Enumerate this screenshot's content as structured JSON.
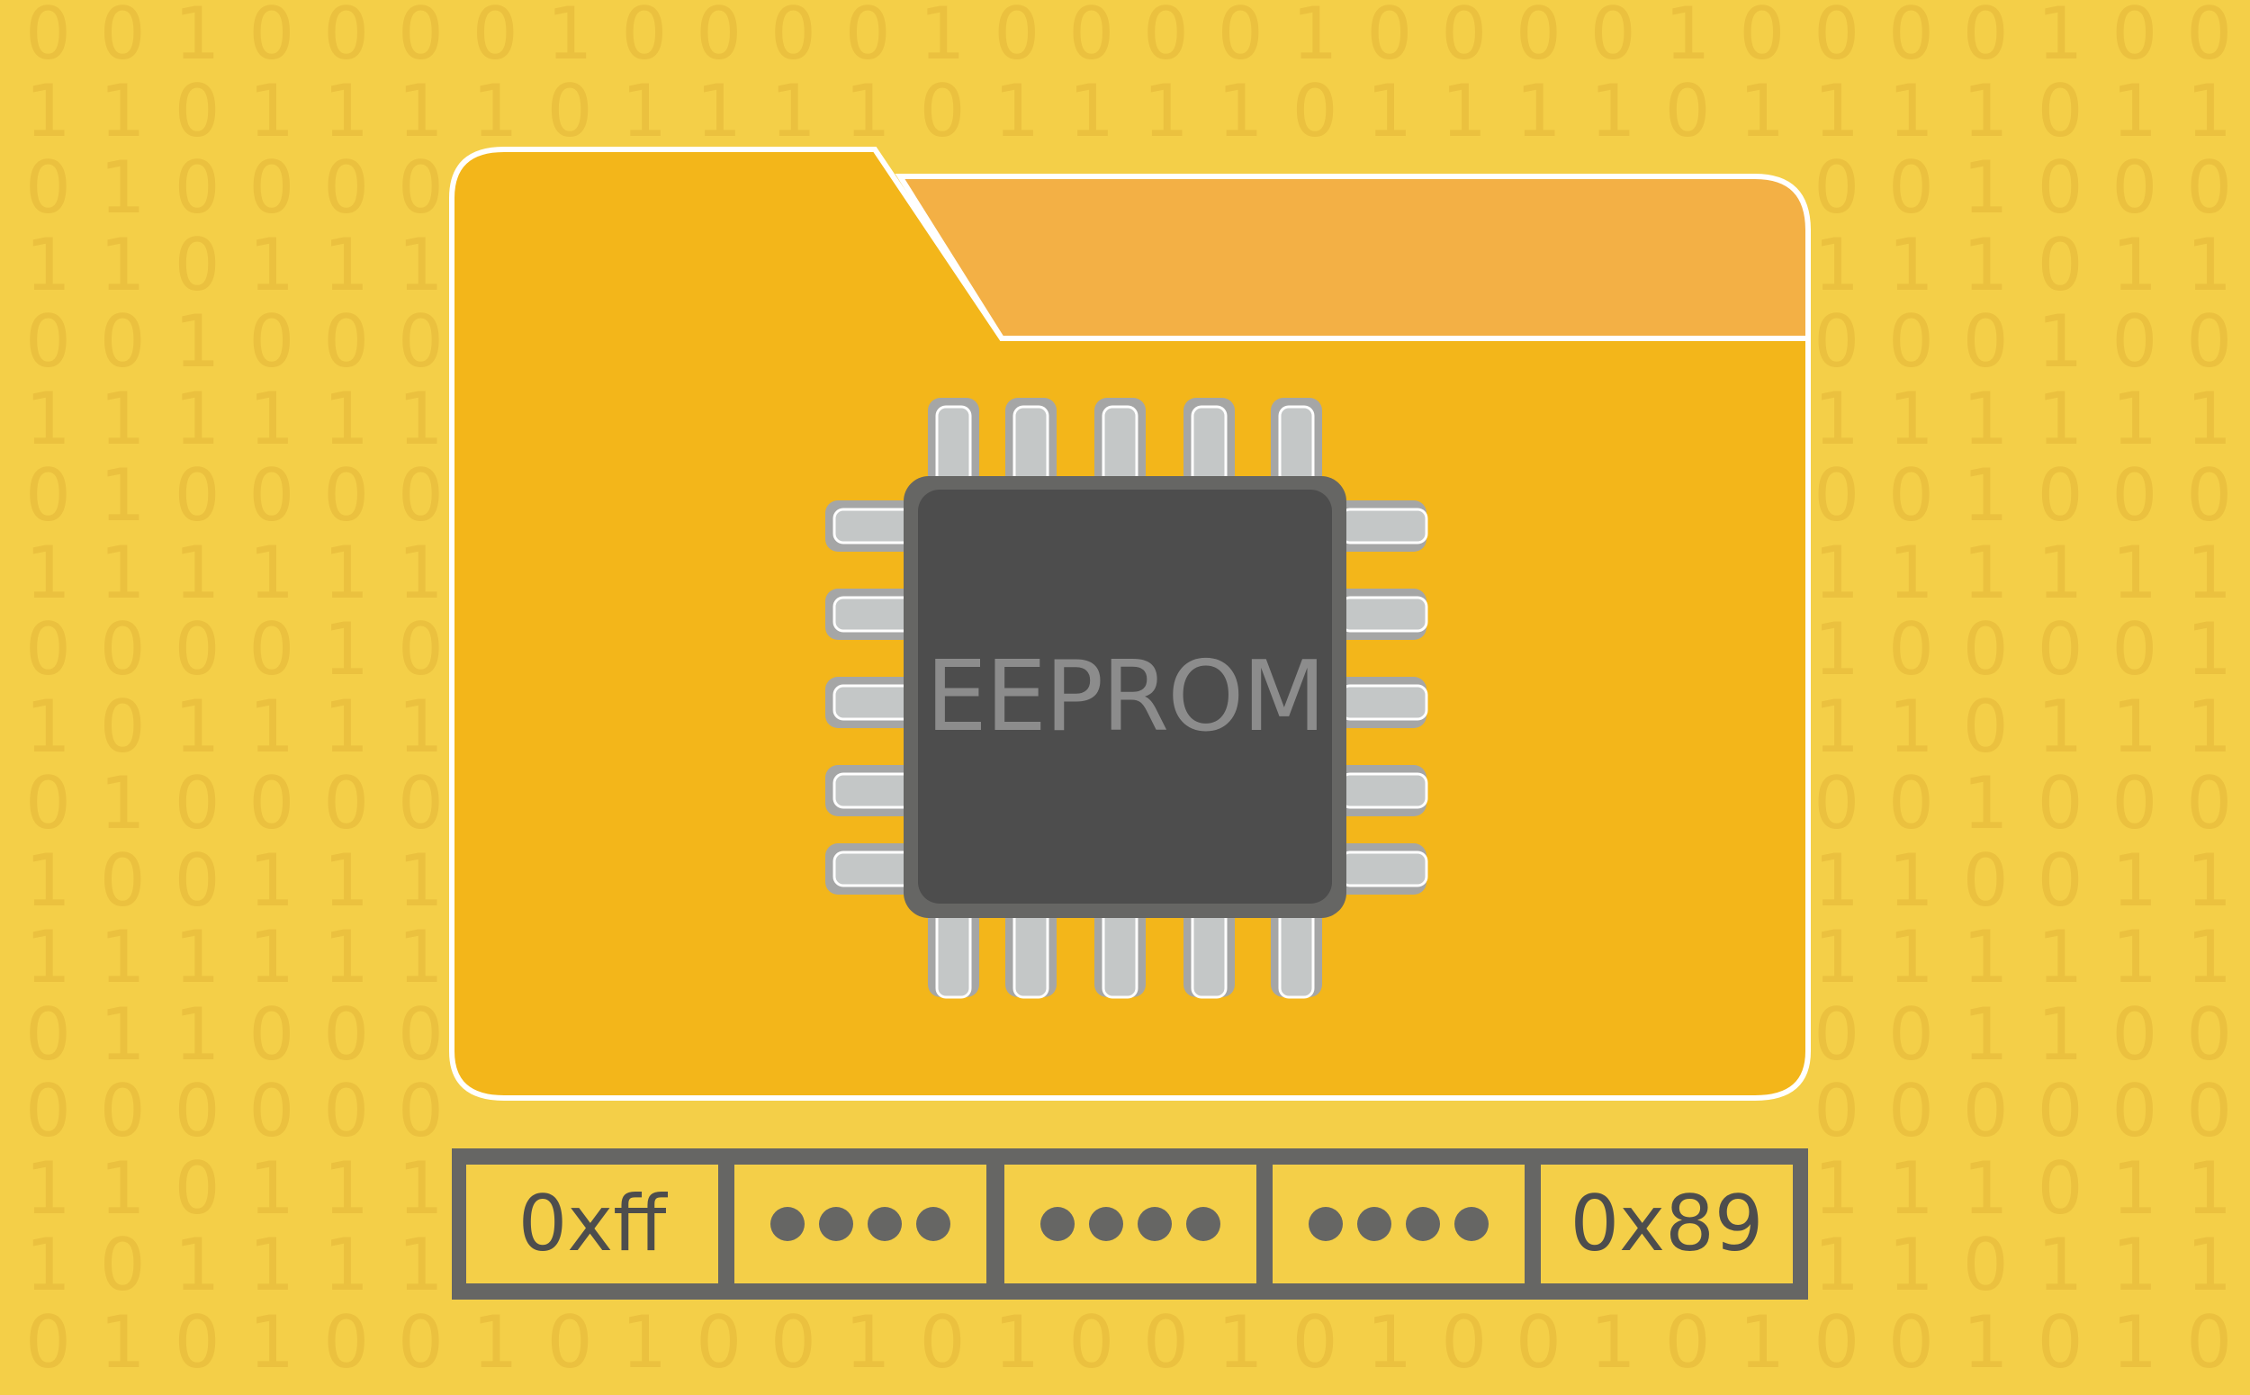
{
  "background_digits": [
    "001000010000100001000010000100",
    "110111101111011110111101111011",
    "010000100001000010000100001000",
    "110111101111011110111101111011",
    "001000010000100001000010000100",
    "111111111111111111111111111111",
    "010000100001000010000100001000",
    "111111111111111111111111111111",
    "000010000100001000010000100001",
    "101111011110111101111011110111",
    "010000100001000010000100001000",
    "100111001110011100111001110011",
    "111111111111111111111111111111",
    "011000110001100011000110001100",
    "000000000000000000000000000000",
    "110111101111011110111101111011",
    "101111011110111101111011110111",
    "010100101001010010100101001010"
  ],
  "chip": {
    "label": "EEPROM"
  },
  "bytes": [
    {
      "type": "text",
      "value": "0xff"
    },
    {
      "type": "masked"
    },
    {
      "type": "masked"
    },
    {
      "type": "masked"
    },
    {
      "type": "text",
      "value": "0x89"
    }
  ],
  "colors": {
    "background": "#f4cf48",
    "folder": "#f3b61a",
    "folder_back": "#f3b045",
    "chip": "#4d4d4d",
    "frame": "#666664"
  }
}
